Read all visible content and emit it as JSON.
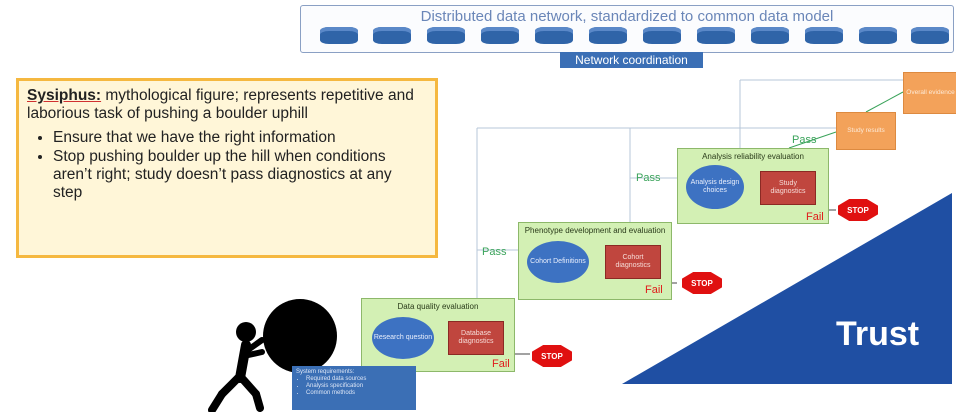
{
  "network": {
    "title": "Distributed data network, standardized to common data model",
    "coordination_label": "Network coordination",
    "database_icon_count": 12
  },
  "sysiphus": {
    "title": "Sysiphus:",
    "description": " mythological figure; represents repetitive and laborious task of pushing a boulder uphill",
    "bullets": [
      "Ensure that we have the right information",
      "Stop pushing boulder up the hill when conditions aren’t right; study doesn’t pass diagnostics at any step"
    ]
  },
  "stages": {
    "data_quality": {
      "title": "Data quality evaluation",
      "oval": "Research question",
      "box": "Database diagnostics",
      "fail": "Fail",
      "stop": "STOP"
    },
    "phenotype": {
      "title": "Phenotype development and evaluation",
      "oval": "Cohort Definitions",
      "box": "Cohort diagnostics",
      "fail": "Fail",
      "stop": "STOP",
      "pass": "Pass"
    },
    "analysis": {
      "title": "Analysis reliability evaluation",
      "oval": "Analysis design choices",
      "box": "Study diagnostics",
      "fail": "Fail",
      "stop": "STOP",
      "pass": "Pass"
    },
    "results": {
      "box": "Study results",
      "pass": "Pass",
      "next": "Overall evidence"
    }
  },
  "system_requirements": {
    "title": "System requirements:",
    "items": [
      "Required data sources",
      "Analysis specification",
      "Common methods"
    ]
  },
  "trust": {
    "label": "Trust",
    "color": "#1f4fa3"
  },
  "colors": {
    "stage_fill": "#d3f0b4",
    "oval_fill": "#3d72c2",
    "diagnostic_fill": "#c0463e",
    "stop_fill": "#e01010",
    "orange_fill": "#f3a25a",
    "box_border": "#f5b840"
  }
}
